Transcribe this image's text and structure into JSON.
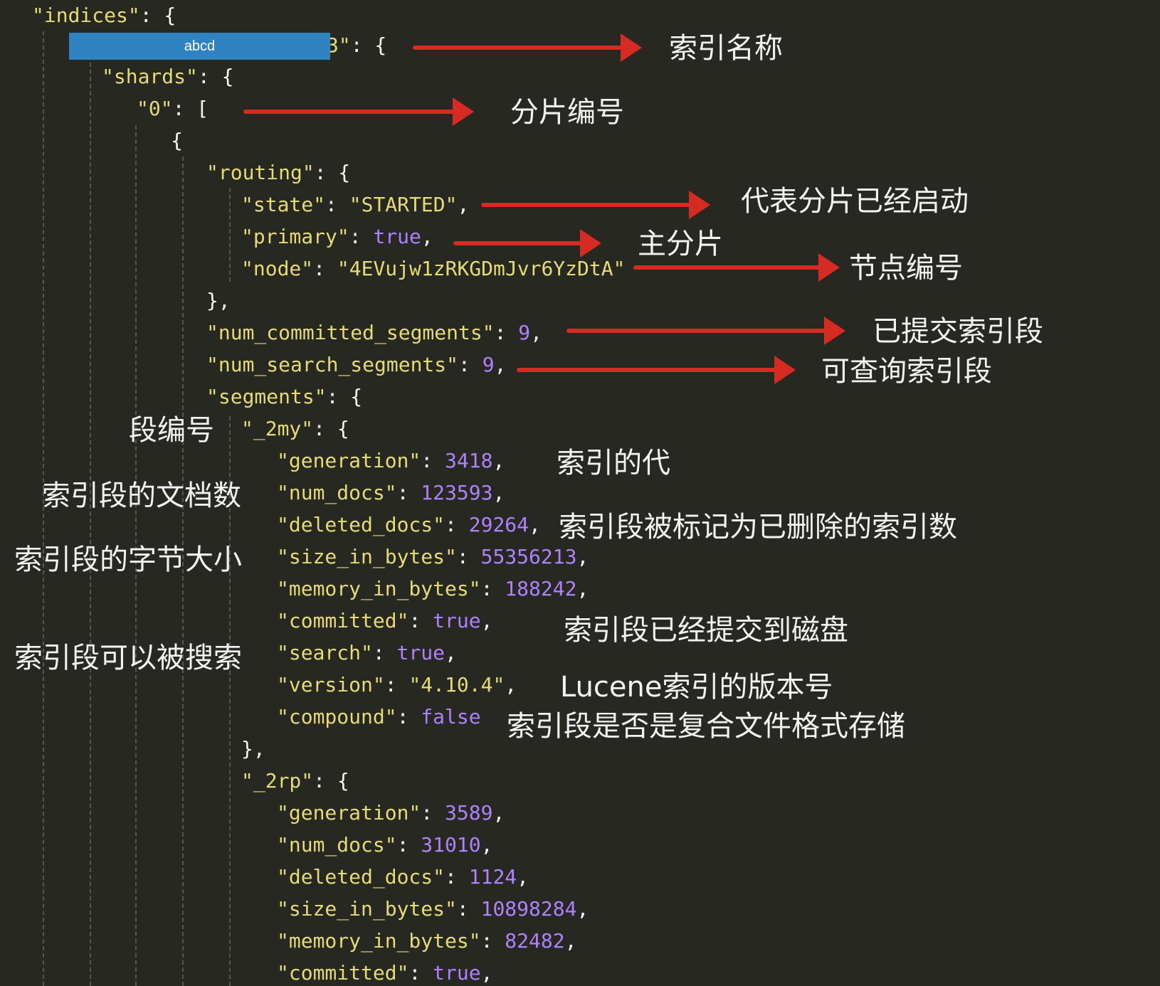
{
  "redaction_label": "abcd",
  "code_lines": [
    {
      "tokens": [
        {
          "t": "\"indices\"",
          "c": "k"
        },
        {
          "t": ": {",
          "c": "p"
        }
      ]
    },
    {
      "tokens": [
        {
          "t": "3\"",
          "c": "k"
        },
        {
          "t": ": {",
          "c": "p"
        }
      ]
    },
    {
      "tokens": [
        {
          "t": "\"shards\"",
          "c": "k"
        },
        {
          "t": ": {",
          "c": "p"
        }
      ]
    },
    {
      "tokens": [
        {
          "t": "\"0\"",
          "c": "k"
        },
        {
          "t": ": [",
          "c": "p"
        }
      ]
    },
    {
      "tokens": [
        {
          "t": "{",
          "c": "p"
        }
      ]
    },
    {
      "tokens": [
        {
          "t": "\"routing\"",
          "c": "k"
        },
        {
          "t": ": {",
          "c": "p"
        }
      ]
    },
    {
      "tokens": [
        {
          "t": "\"state\"",
          "c": "k"
        },
        {
          "t": ": ",
          "c": "p"
        },
        {
          "t": "\"STARTED\"",
          "c": "s"
        },
        {
          "t": ",",
          "c": "p"
        }
      ]
    },
    {
      "tokens": [
        {
          "t": "\"primary\"",
          "c": "k"
        },
        {
          "t": ": ",
          "c": "p"
        },
        {
          "t": "true",
          "c": "b"
        },
        {
          "t": ",",
          "c": "p"
        }
      ]
    },
    {
      "tokens": [
        {
          "t": "\"node\"",
          "c": "k"
        },
        {
          "t": ": ",
          "c": "p"
        },
        {
          "t": "\"4EVujw1zRKGDmJvr6YzDtA\"",
          "c": "s"
        }
      ]
    },
    {
      "tokens": [
        {
          "t": "},",
          "c": "p"
        }
      ]
    },
    {
      "tokens": [
        {
          "t": "\"num_committed_segments\"",
          "c": "k"
        },
        {
          "t": ": ",
          "c": "p"
        },
        {
          "t": "9",
          "c": "n"
        },
        {
          "t": ",",
          "c": "p"
        }
      ]
    },
    {
      "tokens": [
        {
          "t": "\"num_search_segments\"",
          "c": "k"
        },
        {
          "t": ": ",
          "c": "p"
        },
        {
          "t": "9",
          "c": "n"
        },
        {
          "t": ",",
          "c": "p"
        }
      ]
    },
    {
      "tokens": [
        {
          "t": "\"segments\"",
          "c": "k"
        },
        {
          "t": ": {",
          "c": "p"
        }
      ]
    },
    {
      "tokens": [
        {
          "t": "\"_2my\"",
          "c": "k"
        },
        {
          "t": ": {",
          "c": "p"
        }
      ]
    },
    {
      "tokens": [
        {
          "t": "\"generation\"",
          "c": "k"
        },
        {
          "t": ": ",
          "c": "p"
        },
        {
          "t": "3418",
          "c": "n"
        },
        {
          "t": ",",
          "c": "p"
        }
      ]
    },
    {
      "tokens": [
        {
          "t": "\"num_docs\"",
          "c": "k"
        },
        {
          "t": ": ",
          "c": "p"
        },
        {
          "t": "123593",
          "c": "n"
        },
        {
          "t": ",",
          "c": "p"
        }
      ]
    },
    {
      "tokens": [
        {
          "t": "\"deleted_docs\"",
          "c": "k"
        },
        {
          "t": ": ",
          "c": "p"
        },
        {
          "t": "29264",
          "c": "n"
        },
        {
          "t": ",",
          "c": "p"
        }
      ]
    },
    {
      "tokens": [
        {
          "t": "\"size_in_bytes\"",
          "c": "k"
        },
        {
          "t": ": ",
          "c": "p"
        },
        {
          "t": "55356213",
          "c": "n"
        },
        {
          "t": ",",
          "c": "p"
        }
      ]
    },
    {
      "tokens": [
        {
          "t": "\"memory_in_bytes\"",
          "c": "k"
        },
        {
          "t": ": ",
          "c": "p"
        },
        {
          "t": "188242",
          "c": "n"
        },
        {
          "t": ",",
          "c": "p"
        }
      ]
    },
    {
      "tokens": [
        {
          "t": "\"committed\"",
          "c": "k"
        },
        {
          "t": ": ",
          "c": "p"
        },
        {
          "t": "true",
          "c": "b"
        },
        {
          "t": ",",
          "c": "p"
        }
      ]
    },
    {
      "tokens": [
        {
          "t": "\"search\"",
          "c": "k"
        },
        {
          "t": ": ",
          "c": "p"
        },
        {
          "t": "true",
          "c": "b"
        },
        {
          "t": ",",
          "c": "p"
        }
      ]
    },
    {
      "tokens": [
        {
          "t": "\"version\"",
          "c": "k"
        },
        {
          "t": ": ",
          "c": "p"
        },
        {
          "t": "\"4.10.4\"",
          "c": "s"
        },
        {
          "t": ",",
          "c": "p"
        }
      ]
    },
    {
      "tokens": [
        {
          "t": "\"compound\"",
          "c": "k"
        },
        {
          "t": ": ",
          "c": "p"
        },
        {
          "t": "false",
          "c": "b"
        }
      ]
    },
    {
      "tokens": [
        {
          "t": "},",
          "c": "p"
        }
      ]
    },
    {
      "tokens": [
        {
          "t": "\"_2rp\"",
          "c": "k"
        },
        {
          "t": ": {",
          "c": "p"
        }
      ]
    },
    {
      "tokens": [
        {
          "t": "\"generation\"",
          "c": "k"
        },
        {
          "t": ": ",
          "c": "p"
        },
        {
          "t": "3589",
          "c": "n"
        },
        {
          "t": ",",
          "c": "p"
        }
      ]
    },
    {
      "tokens": [
        {
          "t": "\"num_docs\"",
          "c": "k"
        },
        {
          "t": ": ",
          "c": "p"
        },
        {
          "t": "31010",
          "c": "n"
        },
        {
          "t": ",",
          "c": "p"
        }
      ]
    },
    {
      "tokens": [
        {
          "t": "\"deleted_docs\"",
          "c": "k"
        },
        {
          "t": ": ",
          "c": "p"
        },
        {
          "t": "1124",
          "c": "n"
        },
        {
          "t": ",",
          "c": "p"
        }
      ]
    },
    {
      "tokens": [
        {
          "t": "\"size_in_bytes\"",
          "c": "k"
        },
        {
          "t": ": ",
          "c": "p"
        },
        {
          "t": "10898284",
          "c": "n"
        },
        {
          "t": ",",
          "c": "p"
        }
      ]
    },
    {
      "tokens": [
        {
          "t": "\"memory_in_bytes\"",
          "c": "k"
        },
        {
          "t": ": ",
          "c": "p"
        },
        {
          "t": "82482",
          "c": "n"
        },
        {
          "t": ",",
          "c": "p"
        }
      ]
    },
    {
      "tokens": [
        {
          "t": "\"committed\"",
          "c": "k"
        },
        {
          "t": ": ",
          "c": "p"
        },
        {
          "t": "true",
          "c": "b"
        },
        {
          "t": ",",
          "c": "p"
        }
      ]
    }
  ],
  "annotations": {
    "index_name": "索引名称",
    "shard_number": "分片编号",
    "shard_started": "代表分片已经启动",
    "primary_shard": "主分片",
    "node_number": "节点编号",
    "committed_segments": "已提交索引段",
    "searchable_segments": "可查询索引段",
    "segment_number": "段编号",
    "generation": "索引的代",
    "doc_count": "索引段的文档数",
    "deleted_docs": "索引段被标记为已删除的索引数",
    "size_bytes": "索引段的字节大小",
    "committed_disk": "索引段已经提交到磁盘",
    "searchable": "索引段可以被搜索",
    "lucene_version": "Lucene索引的版本号",
    "compound_format": "索引段是否是复合文件格式存储"
  },
  "colors": {
    "background": "#272822",
    "key": "#e6db74",
    "string": "#e6db74",
    "number": "#ae81ff",
    "punctuation": "#f8f8f2",
    "arrow": "#d62b22",
    "annotation_text": "#f2f2f2",
    "redaction_box": "#2f83c0"
  }
}
